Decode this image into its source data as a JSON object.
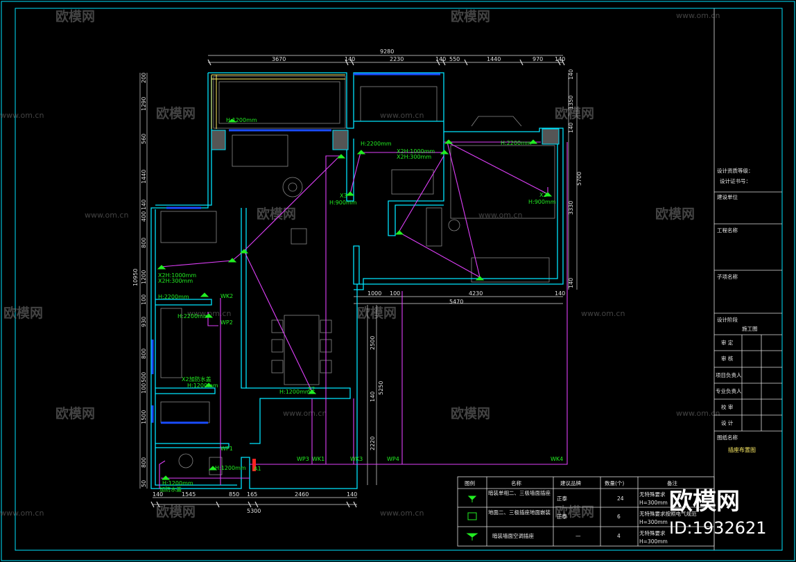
{
  "dimensions": {
    "top_total": "9280",
    "top_segments": [
      "3670",
      "140",
      "2230",
      "140",
      "550",
      "1440",
      "970",
      "140"
    ],
    "left_total": "10950",
    "left_segments": [
      "200",
      "1290",
      "560",
      "1440",
      "140",
      "400",
      "800",
      "1200",
      "100",
      "930",
      "800",
      "500",
      "100",
      "1500",
      "800",
      "50"
    ],
    "bottom_total": "5300",
    "bottom_segments": [
      "140",
      "1545",
      "850",
      "165",
      "2460",
      "140"
    ],
    "right_segments": [
      "140",
      "1350",
      "140",
      "5700",
      "3330",
      "140"
    ],
    "mid_segments": [
      "1000",
      "100",
      "4230",
      "140"
    ],
    "mid_total": "5470",
    "center_vertical": [
      "2500",
      "5250",
      "140",
      "2220"
    ]
  },
  "labels": {
    "h1200_a": "H:1200mm",
    "h2200_a": "H:2200mm",
    "x2_1000": "X2H:1000mm",
    "x2_300": "X2H:300mm",
    "x3": "X3",
    "h900_a": "H:900mm",
    "h2200_b": "H:2200mm",
    "x2_b": "X2",
    "h900_b": "H:900mm",
    "x2_1000_b": "X2H:1000mm",
    "x2_300_b": "X2H:300mm",
    "h2200_c": "H:2200mm",
    "wk2": "WK2",
    "h2200_d": "H:2200mm",
    "wp2": "WP2",
    "x2_waterproof": "X2加防水盖",
    "h1200_b": "H:1200mm",
    "h1200_c": "H:1200mm",
    "x2_c": "X2",
    "wp1": "WP1",
    "h1200_d": "H:1200mm",
    "a1": "A1",
    "h1200_e": "H:1200mm",
    "waterproof_cover": "加防水盖",
    "wp3": "WP3",
    "wk1": "WK1",
    "wk3": "WK3",
    "wp4": "WP4",
    "wk4": "WK4"
  },
  "legend_table": {
    "headers": [
      "图例",
      "名称",
      "建议品牌",
      "数量(个)",
      "备注"
    ],
    "rows": [
      {
        "name": "暗装单相二、三极墙面插座",
        "brand": "正泰",
        "qty": "24",
        "note": "无特殊要求",
        "note2": "H=300mm"
      },
      {
        "name": "地面二、三极插座地面嵌装",
        "brand": "正泰",
        "qty": "6",
        "note": "无特殊要求按照电气规范",
        "note2": "H=300mm"
      },
      {
        "name": "暗装墙面空调插座",
        "brand": "—",
        "qty": "4",
        "note": "无特殊要求",
        "note2": "H=300mm"
      }
    ]
  },
  "title_block": {
    "qualification": "设计资质等级：",
    "certificate": "设计证书号：",
    "design_unit": "建设单位",
    "project_name": "工程名称",
    "sub_project": "子项名称",
    "design_stage": "设计阶段",
    "stage_value": "施工图",
    "roles": [
      "审 定",
      "审 核",
      "项目负责人",
      "专业负责人",
      "校 审",
      "设 计"
    ],
    "drawing_name_label": "图纸名称",
    "drawing_name": "插座布置图"
  },
  "watermark": {
    "brand": "欧模网",
    "url": "www.om.cn",
    "id": "ID:1932621"
  },
  "colors": {
    "wall": "#00e5ff",
    "wire": "#e040fb",
    "socket": "#22ee22",
    "dimension": "#e0e0e0",
    "window": "#1a4dff",
    "furniture": "#8a8a8a",
    "title": "#ffee66"
  }
}
